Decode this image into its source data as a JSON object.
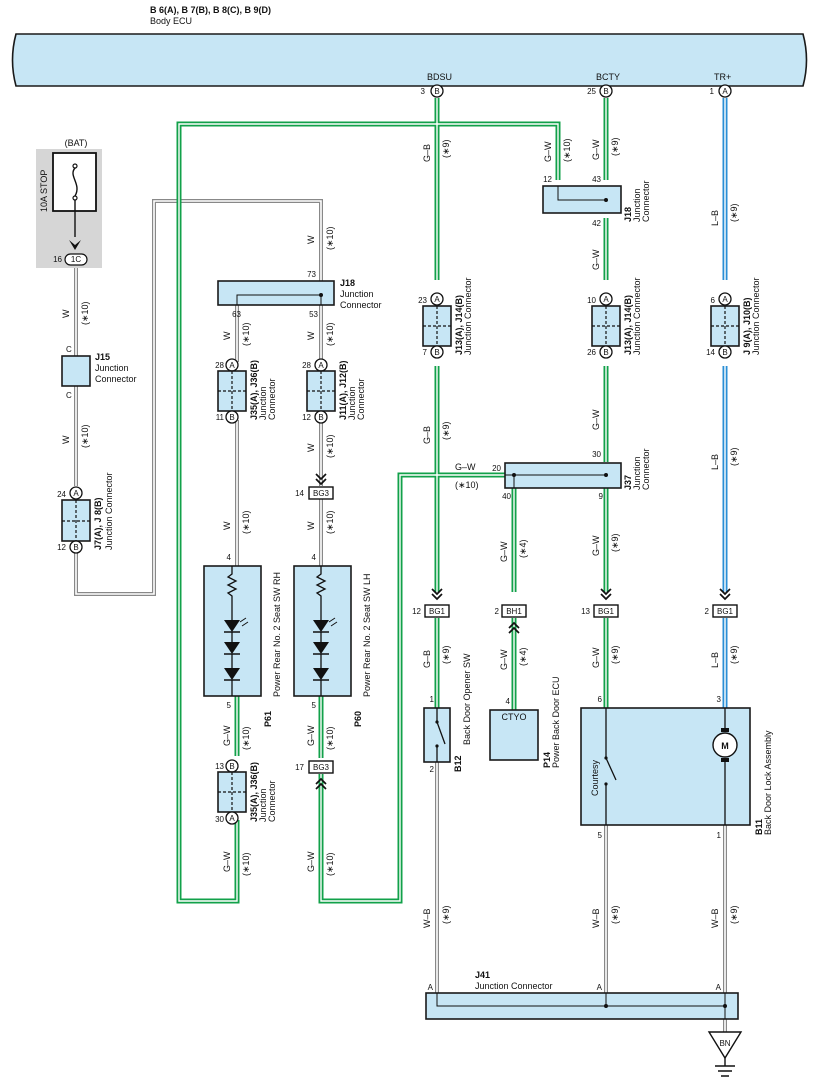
{
  "header": {
    "ecu_connectors": "B 6(A), B 7(B), B 8(C), B 9(D)",
    "ecu_name": "Body ECU",
    "terminals": {
      "bdsu": "BDSU",
      "bcty": "BCTY",
      "trplus": "TR+"
    },
    "pins": {
      "bdsu": "3",
      "bcty": "25",
      "trplus": "1"
    },
    "pin_letter": "B",
    "pin_letter_a": "A"
  },
  "fuse": {
    "source": "(BAT)",
    "name": "10A STOP",
    "pin": "16",
    "pin_ref": "1C"
  },
  "wire_labels": {
    "w": "W",
    "gb": "G–B",
    "gw": "G–W",
    "lb": "L–B",
    "wb": "W–B",
    "c": "C",
    "n10": "(∗10)",
    "n9": "(∗9)",
    "n4": "(∗4)"
  },
  "connectors": {
    "j15": {
      "id": "J15",
      "line1": "Junction",
      "line2": "Connector"
    },
    "j7": {
      "id": "J7(A), J 8(B)",
      "desc": "Junction Connector",
      "pin_a": "24",
      "pin_b": "12"
    },
    "j18_left": {
      "id": "J18",
      "line1": "Junction",
      "line2": "Connector",
      "pin_top": "73",
      "pin_left": "63",
      "pin_right": "53"
    },
    "j18_right": {
      "id": "J18",
      "line1": "Junction",
      "line2": "Connector",
      "pin_left": "12",
      "pin_top": "43",
      "pin_bottom": "42"
    },
    "j35_top": {
      "id": "J35(A), J36(B)",
      "line1": "Junction",
      "line2": "Connector",
      "pin_a": "28",
      "pin_b": "11"
    },
    "j35_bottom": {
      "id": "J35(A), J36(B)",
      "line1": "Junction",
      "line2": "Connector",
      "pin_b": "13",
      "pin_a": "30"
    },
    "j11": {
      "id": "J11(A), J12(B)",
      "line1": "Junction",
      "line2": "Connector",
      "pin_a": "28",
      "pin_b": "12"
    },
    "j13_left": {
      "id": "J13(A), J14(B)",
      "desc": "Junction Connector",
      "pin_a": "23",
      "pin_b": "7"
    },
    "j13_right": {
      "id": "J13(A), J14(B)",
      "desc": "Junction Connector",
      "pin_a": "10",
      "pin_b": "26"
    },
    "j9": {
      "id": "J 9(A), J10(B)",
      "desc": "Junction Connector",
      "pin_a": "6",
      "pin_b": "14"
    },
    "j37": {
      "id": "J37",
      "line1": "Junction",
      "line2": "Connector",
      "pin_left": "20",
      "pin_top": "30",
      "pin_b1": "40",
      "pin_b2": "9"
    },
    "j41": {
      "id": "J41",
      "desc": "Junction Connector",
      "pin": "A"
    }
  },
  "inline": {
    "bg3": "BG3",
    "bg1": "BG1",
    "bh1": "BH1",
    "bg3_pin_top": "14",
    "bg3_pin_bottom": "17",
    "bg1_pin_bdsu": "12",
    "bg1_pin_bcty": "13",
    "bg1_pin_tr": "2",
    "bh1_pin": "2"
  },
  "components": {
    "p61": {
      "id": "P61",
      "name": "Power Rear No. 2 Seat SW RH",
      "pin_top": "4",
      "pin_bottom": "5"
    },
    "p60": {
      "id": "P60",
      "name": "Power Rear No. 2 Seat SW LH",
      "pin_top": "4",
      "pin_bottom": "5"
    },
    "b12": {
      "id": "B12",
      "name": "Back Door Opener SW",
      "pin_top": "1",
      "pin_bottom": "2"
    },
    "p14": {
      "id": "P14",
      "name": "Power Back Door ECU",
      "pin": "4",
      "terminal": "CTYO"
    },
    "b11": {
      "id": "B11",
      "name": "Back Door Lock Assembly",
      "switch": "Courtesy",
      "motor": "M",
      "pin_6": "6",
      "pin_3": "3",
      "pin_5": "5",
      "pin_1": "1"
    }
  },
  "ground": {
    "label": "BN"
  }
}
